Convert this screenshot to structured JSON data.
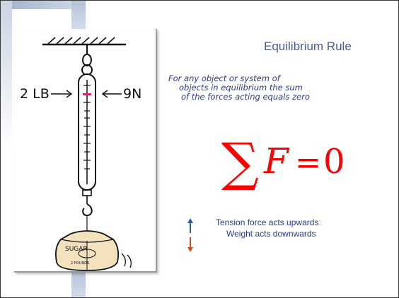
{
  "slide": {
    "title": "Equilibrium Rule",
    "description_lines": [
      "For any object or system of",
      "objects in equilibrium the sum",
      "of the forces acting equals zero"
    ],
    "formula": {
      "sigma": "∑",
      "F": "F",
      "eq": "=",
      "zero": "0"
    },
    "forces": [
      {
        "label": "Tension force acts upwards",
        "icon": "arrow-up-icon",
        "color": "#2a5da8"
      },
      {
        "label": "Weight acts downwards",
        "icon": "arrow-down-icon",
        "color": "#d2501e"
      }
    ]
  },
  "illustration": {
    "left_reading": "2 LB",
    "right_reading": "9N",
    "bag_text": "SUGAR",
    "bag_subtext": "2 POUNDS",
    "marker_color": "#d6246e"
  }
}
